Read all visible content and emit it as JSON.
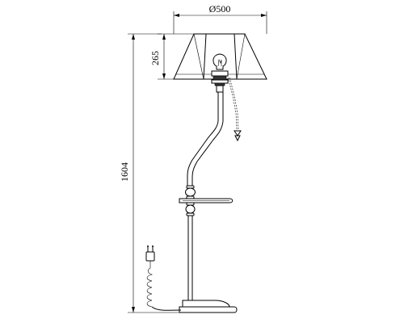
{
  "dimensions": {
    "shade_diameter": "Ø500",
    "shade_height": "265",
    "total_height": "1604"
  }
}
